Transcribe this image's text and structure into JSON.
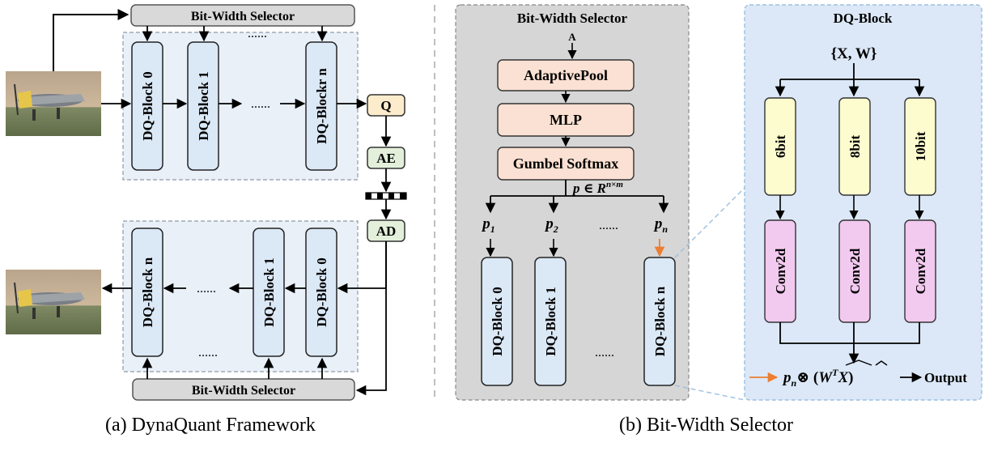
{
  "left_panel": {
    "top_selector_label": "Bit-Width Selector",
    "bottom_selector_label": "Bit-Width Selector",
    "encoder_blocks": [
      "DQ-Block 0",
      "DQ-Block 1",
      "DQ-Blockr n"
    ],
    "decoder_blocks": [
      "DQ-Block n",
      "DQ-Block 1",
      "DQ-Block 0"
    ],
    "encoder_dots": "......",
    "encoder_top_dots": "......",
    "decoder_dots": "......",
    "decoder_bottom_dots": "......",
    "q_label": "Q",
    "ae_label": "AE",
    "ad_label": "AD",
    "caption": "(a) DynaQuant Framework"
  },
  "middle_panel": {
    "title": "Bit-Width Selector",
    "input_label": "A",
    "adaptive_pool_label": "AdaptivePool",
    "mlp_label": "MLP",
    "gumbel_label": "Gumbel Softmax",
    "prob_label": "p ∈ R",
    "prob_sup": "n×m",
    "p_labels": [
      {
        "base": "p",
        "sub": "1"
      },
      {
        "base": "p",
        "sub": "2"
      },
      {
        "base": "......",
        "sub": ""
      },
      {
        "base": "p",
        "sub": "n"
      }
    ],
    "blocks": [
      "DQ-Block 0",
      "DQ-Block 1",
      "DQ-Block n"
    ],
    "dots": "......",
    "caption": "(b) Bit-Width Selector"
  },
  "right_panel": {
    "title": "DQ-Block",
    "input_label": "{X, W}",
    "bit_labels": [
      "6bit",
      "8bit",
      "10bit"
    ],
    "conv_labels": [
      "Conv2d",
      "Conv2d",
      "Conv2d"
    ],
    "formula_pn": "p",
    "formula_pn_sub": "n",
    "formula_rest": "⊗ (",
    "formula_W": "W",
    "formula_T": "T",
    "formula_X": "X",
    "formula_close": ")",
    "output_label": "Output"
  },
  "colors": {
    "panel_light_blue": "#e9f0f8",
    "block_blue": "#dbe8f6",
    "selector_gray": "#d9d9d9",
    "panel_gray": "#d6d6d6",
    "orange_box": "#fbe1d3",
    "q_box": "#fdeccc",
    "green_box": "#e3efda",
    "bit_yellow": "#fdfccf",
    "conv_pink": "#f2c9ef",
    "dqblock_panel": "#dce8f7",
    "orange_arrow": "#ed7d31",
    "dashed_blue": "#9bbfe0"
  },
  "icons": [
    "airplane-photo-input",
    "airplane-photo-output"
  ]
}
